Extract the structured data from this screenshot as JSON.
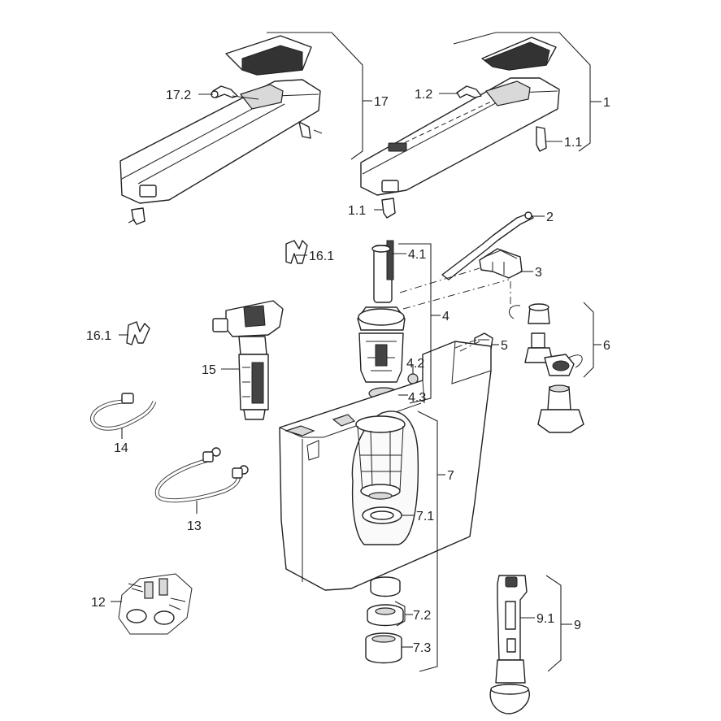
{
  "labels": {
    "l17_2": "17.2",
    "l17": "17",
    "l1_2": "1.2",
    "l1": "1",
    "l1_1a": "1.1",
    "l1_1b": "1.1",
    "l2": "2",
    "l3": "3",
    "l4": "4",
    "l4_1": "4.1",
    "l4_2": "4.2",
    "l4_3": "4.3",
    "l5": "5",
    "l6": "6",
    "l7": "7",
    "l7_1": "7.1",
    "l7_2": "7.2",
    "l7_3": "7.3",
    "l9": "9",
    "l9_1": "9.1",
    "l12": "12",
    "l13": "13",
    "l14": "14",
    "l15": "15",
    "l16_1a": "16.1",
    "l16_1b": "16.1"
  }
}
